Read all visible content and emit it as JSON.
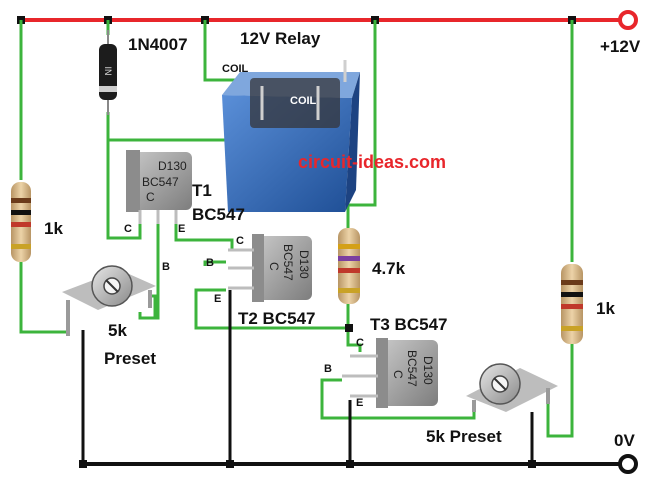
{
  "labels": {
    "diode": "1N4007",
    "relay": "12V  Relay",
    "coil_left": "COIL",
    "coil_right": "COIL",
    "supply_pos": "+12V",
    "supply_neg": "0V",
    "watermark": "circuit-ideas.com",
    "t1_name": "T1",
    "t1_part": "BC547",
    "t2": "T2 BC547",
    "t3": "T3 BC547",
    "r1": "1k",
    "r2": "4.7k",
    "r3": "1k",
    "preset1_value": "5k",
    "preset1_word": "Preset",
    "preset2": "5k Preset",
    "pin_c": "C",
    "pin_b": "B",
    "pin_e": "E",
    "chip_code": "D130",
    "chip_part": "BC547",
    "chip_suffix": "C",
    "diode_mark": "IN"
  },
  "colors": {
    "positive_rail": "#e8262b",
    "ground_rail": "#111111",
    "wire": "#3cb43c",
    "relay_body": "#2f67b4",
    "transistor_body": "#9a9a9a",
    "resistor_body": "#d9b88a",
    "watermark": "#e8262b"
  }
}
